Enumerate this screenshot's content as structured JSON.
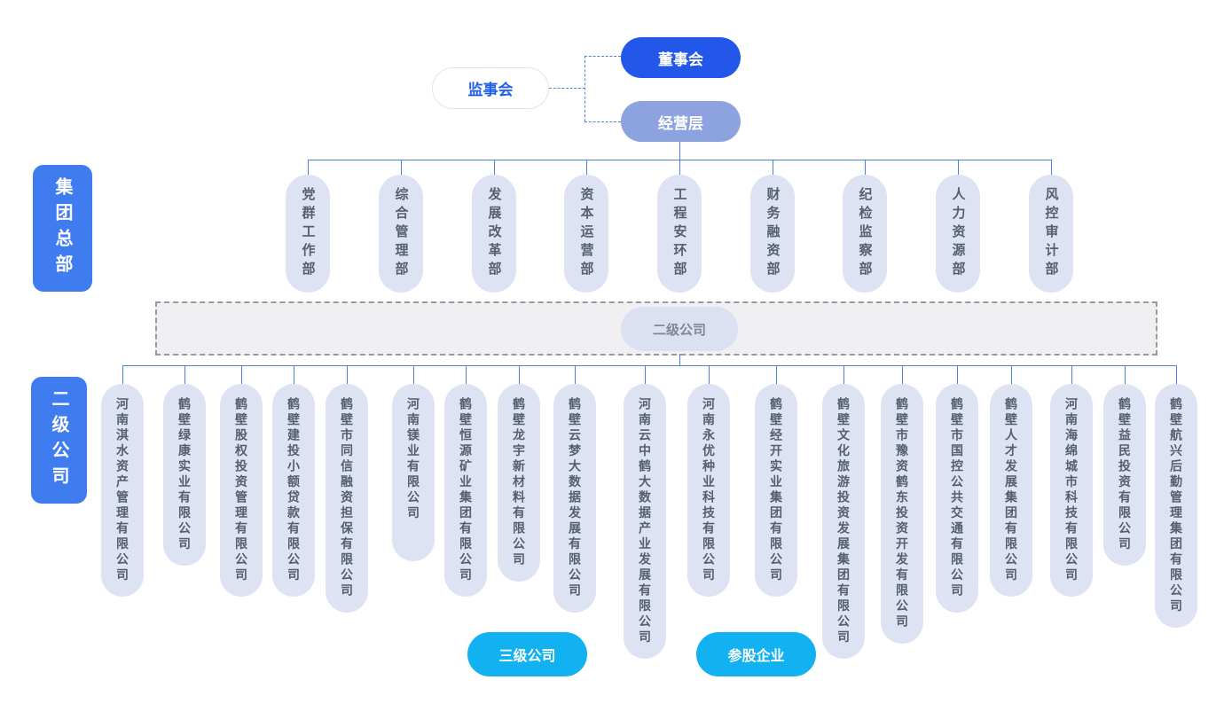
{
  "nodes": {
    "supervisory": "监事会",
    "board": "董事会",
    "management": "经营层"
  },
  "side_labels": {
    "group_hq": "集团总部",
    "second_level": "二级公司"
  },
  "departments": [
    "党群工作部",
    "综合管理部",
    "发展改革部",
    "资本运营部",
    "工程安环部",
    "财务融资部",
    "纪检监察部",
    "人力资源部",
    "风控审计部"
  ],
  "band": {
    "label": "二级公司"
  },
  "companies": [
    "河南淇水资产管理有限公司",
    "鹤壁绿康实业有限公司",
    "鹤壁股权投资管理有限公司",
    "鹤壁建投小额贷款有限公司",
    "鹤壁市同信融资担保有限公司",
    "河南镁业有限公司",
    "鹤壁恒源矿业集团有限公司",
    "鹤壁龙宇新材料有限公司",
    "鹤壁云梦大数据发展有限公司",
    "河南云中鹤大数据产业发展有限公司",
    "河南永优种业科技有限公司",
    "鹤壁经开实业集团有限公司",
    "鹤壁文化旅游投资发展集团有限公司",
    "鹤壁市豫资鹤东投资开发有限公司",
    "鹤壁市国控公共交通有限公司",
    "鹤壁人才发展集团有限公司",
    "河南海绵城市科技有限公司",
    "鹤壁益民投资有限公司",
    "鹤壁航兴后勤管理集团有限公司"
  ],
  "legend": {
    "third_level": "三级公司",
    "equity": "参股企业"
  },
  "colors": {
    "board_blue": "#2257e9",
    "management_blue": "#8da3e0",
    "side_label_blue": "#3e7cf0",
    "node_lavender": "#dee3f4",
    "node_text": "#555f6e",
    "band_fill": "#f0f0f2",
    "legend_cyan": "#12b2f2",
    "line_blue": "#517de2"
  }
}
